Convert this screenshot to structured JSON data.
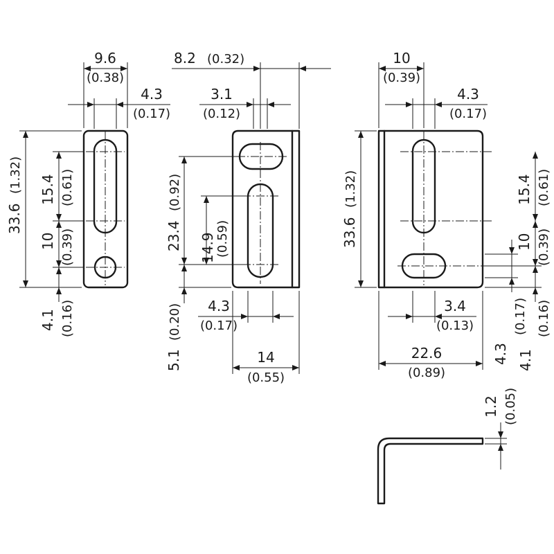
{
  "dimensions": {
    "left_width": {
      "mm": "9.6",
      "in": "(0.38)"
    },
    "left_hole_offset": {
      "mm": "4.3",
      "in": "(0.17)"
    },
    "left_height": {
      "mm": "33.6",
      "in": "(1.32)"
    },
    "left_slot_length": {
      "mm": "15.4",
      "in": "(0.61)"
    },
    "left_hole_pitch": {
      "mm": "10",
      "in": "(0.39)"
    },
    "left_bottom_offset": {
      "mm": "4.1",
      "in": "(0.16)"
    },
    "mid_depth": {
      "mm": "8.2",
      "in": "(0.32)"
    },
    "mid_slot_offset": {
      "mm": "3.1",
      "in": "(0.12)"
    },
    "mid_upper_height": {
      "mm": "23.4",
      "in": "(0.92)"
    },
    "mid_slot_length": {
      "mm": "14.9",
      "in": "(0.59)"
    },
    "mid_hole_offset": {
      "mm": "4.3",
      "in": "(0.17)"
    },
    "mid_bottom_offset": {
      "mm": "5.1",
      "in": "(0.20)"
    },
    "mid_width": {
      "mm": "14",
      "in": "(0.55)"
    },
    "right_slot_offset": {
      "mm": "10",
      "in": "(0.39)"
    },
    "right_edge_offset": {
      "mm": "4.3",
      "in": "(0.17)"
    },
    "right_height": {
      "mm": "33.6",
      "in": "(1.32)"
    },
    "right_slot_length": {
      "mm": "15.4",
      "in": "(0.61)"
    },
    "right_hole_pitch": {
      "mm": "10",
      "in": "(0.39)"
    },
    "right_slot_width": {
      "mm": "3.4",
      "in": "(0.13)"
    },
    "right_width": {
      "mm": "22.6",
      "in": "(0.89)"
    },
    "right_hole_height": {
      "mm": "4.3",
      "in": "(0.17)"
    },
    "right_bottom_offset": {
      "mm": "4.1",
      "in": "(0.16)"
    },
    "thickness": {
      "mm": "1.2",
      "in": "(0.05)"
    }
  }
}
